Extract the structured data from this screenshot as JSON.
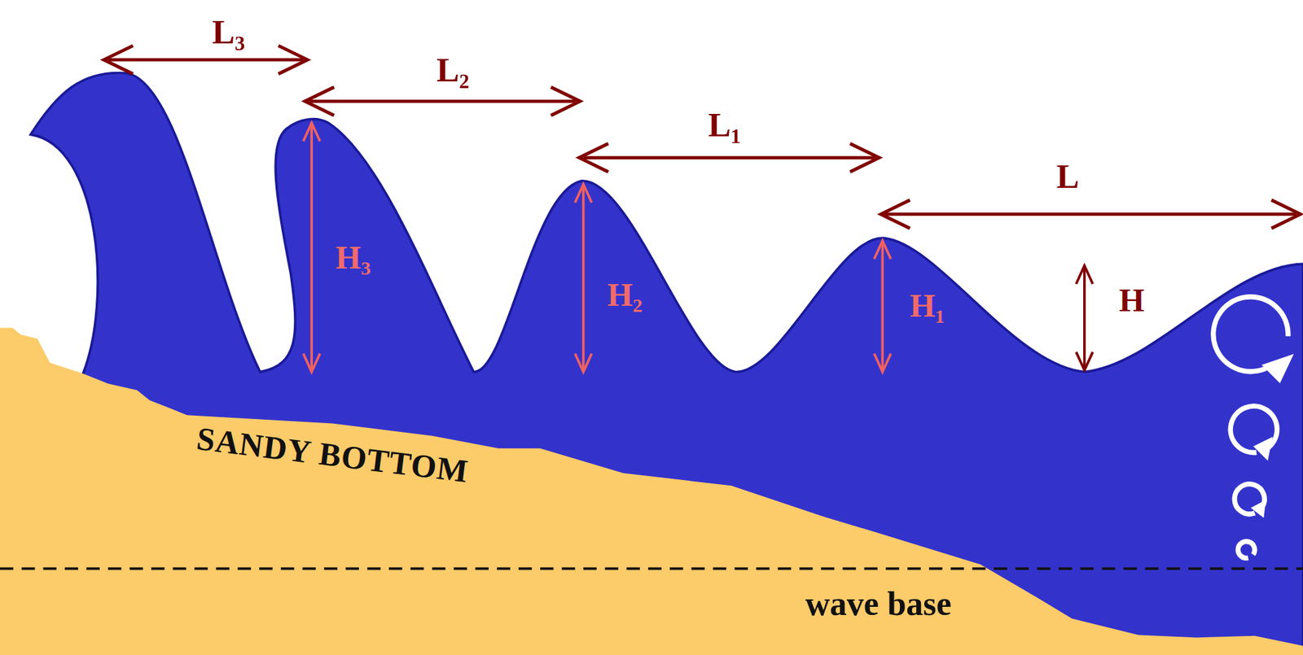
{
  "diagram": {
    "labels": [
      "L₃",
      "L₂",
      "L₁",
      "L",
      "H₃",
      "H₂",
      "H₁",
      "H",
      "SANDY BOTTOM",
      "wave base"
    ]
  }
}
